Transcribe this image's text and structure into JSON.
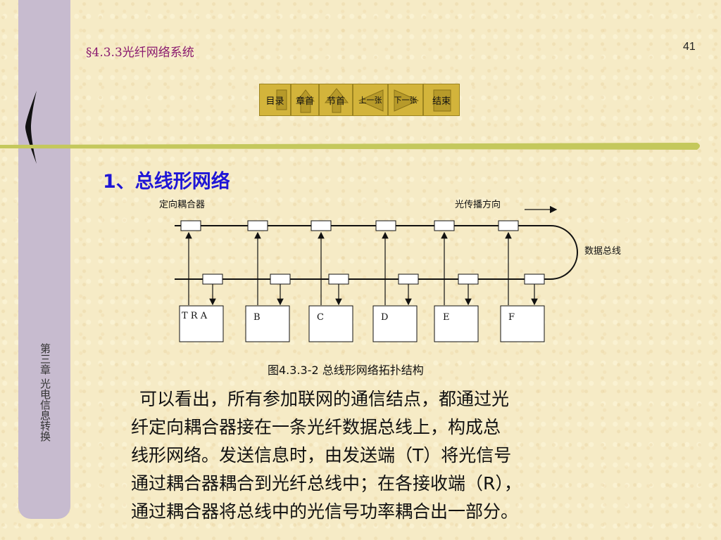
{
  "header": {
    "section_title": "§4.3.3光纤网络系统",
    "page_number": "41"
  },
  "sidebar": {
    "chapter_label": "第三章 光电信息转换"
  },
  "nav": {
    "toc": "目录",
    "chapter_start": "章首",
    "section_start": "节首",
    "prev": "上一张",
    "next": "下一张",
    "end": "结束"
  },
  "heading": "1、总线形网络",
  "diagram": {
    "coupler_label": "定向耦合器",
    "direction_label": "光传播方向",
    "bus_label": "数据总线",
    "nodes": [
      "T R A",
      "B",
      "C",
      "D",
      "E",
      "F"
    ],
    "caption": "图4.3.3-2 总线形网络拓扑结构"
  },
  "paragraph": [
    "可以看出，所有参加联网的通信结点，都通过光",
    "纤定向耦合器接在一条光纤数据总线上，构成总",
    "线形网络。发送信息时，由发送端（T）将光信号",
    "通过耦合器耦合到光纤总线中；在各接收端（R），",
    "通过耦合器将总线中的光信号功率耦合出一部分。"
  ],
  "colors": {
    "header": "#8a1a6f",
    "heading": "#1f16d6",
    "sidebar": "#c7bbcf",
    "nav": "#d3b43b",
    "rule": "#c4c85c"
  }
}
